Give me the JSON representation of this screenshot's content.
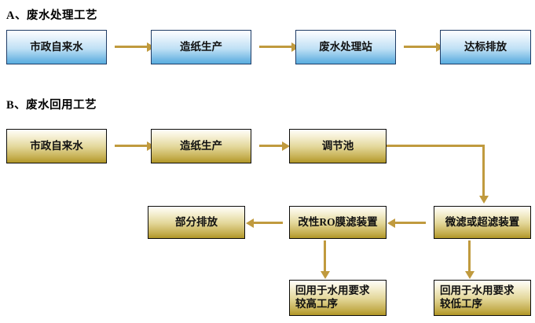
{
  "diagram": {
    "type": "flowchart",
    "background_color": "#ffffff",
    "accent_color": "#c09a3e",
    "blue_fill": "#5aaee0",
    "gold_fill": "#b09626",
    "sections": [
      {
        "id": "A",
        "title": "A、废水处理工艺",
        "node_style": "blue",
        "nodes": [
          {
            "id": "a1",
            "label": "市政自来水"
          },
          {
            "id": "a2",
            "label": "造纸生产"
          },
          {
            "id": "a3",
            "label": "废水处理站"
          },
          {
            "id": "a4",
            "label": "达标排放"
          }
        ],
        "edges": [
          {
            "from": "a1",
            "to": "a2",
            "direction": "right"
          },
          {
            "from": "a2",
            "to": "a3",
            "direction": "right"
          },
          {
            "from": "a3",
            "to": "a4",
            "direction": "right"
          }
        ]
      },
      {
        "id": "B",
        "title": "B、废水回用工艺",
        "node_style": "gold",
        "nodes": [
          {
            "id": "b1",
            "label": "市政自来水"
          },
          {
            "id": "b2",
            "label": "造纸生产"
          },
          {
            "id": "b3",
            "label": "调节池"
          },
          {
            "id": "b4",
            "label": "微滤或超滤装置"
          },
          {
            "id": "b5",
            "label": "改性RO膜滤装置"
          },
          {
            "id": "b6",
            "label": "部分排放"
          },
          {
            "id": "b7",
            "label": "回用于水用要求\n较高工序"
          },
          {
            "id": "b8",
            "label": "回用于水用要求\n较低工序"
          }
        ],
        "edges": [
          {
            "from": "b1",
            "to": "b2",
            "direction": "right"
          },
          {
            "from": "b2",
            "to": "b3",
            "direction": "right"
          },
          {
            "from": "b3",
            "to": "b4",
            "direction": "elbow-right-down"
          },
          {
            "from": "b4",
            "to": "b5",
            "direction": "left"
          },
          {
            "from": "b5",
            "to": "b6",
            "direction": "left"
          },
          {
            "from": "b5",
            "to": "b7",
            "direction": "down"
          },
          {
            "from": "b4",
            "to": "b8",
            "direction": "down"
          }
        ]
      }
    ]
  }
}
